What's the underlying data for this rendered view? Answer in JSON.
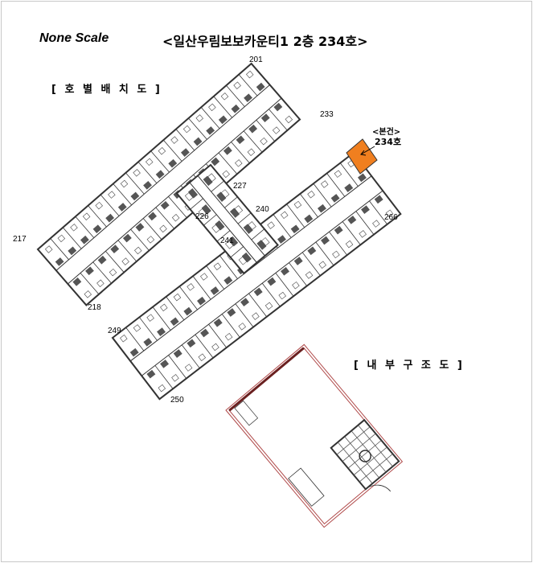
{
  "header": {
    "scale": "None Scale",
    "title": "<일산우림보보카운티1 2층 234호>"
  },
  "sections": {
    "layout": "[ 호 별 배 치 도 ]",
    "interior": "[ 내 부 구 조 도 ]"
  },
  "target": {
    "tag": "<본건>",
    "unit": "234호",
    "color": "#f07f1f"
  },
  "unit_labels": {
    "u201": "201",
    "u233": "233",
    "u227": "227",
    "u226": "226",
    "u240": "240",
    "u241": "241",
    "u266": "266",
    "u217": "217",
    "u218": "218",
    "u249": "249",
    "u250": "250"
  },
  "colors": {
    "wall": "#333333",
    "interior_wall": "#b04a4a"
  }
}
